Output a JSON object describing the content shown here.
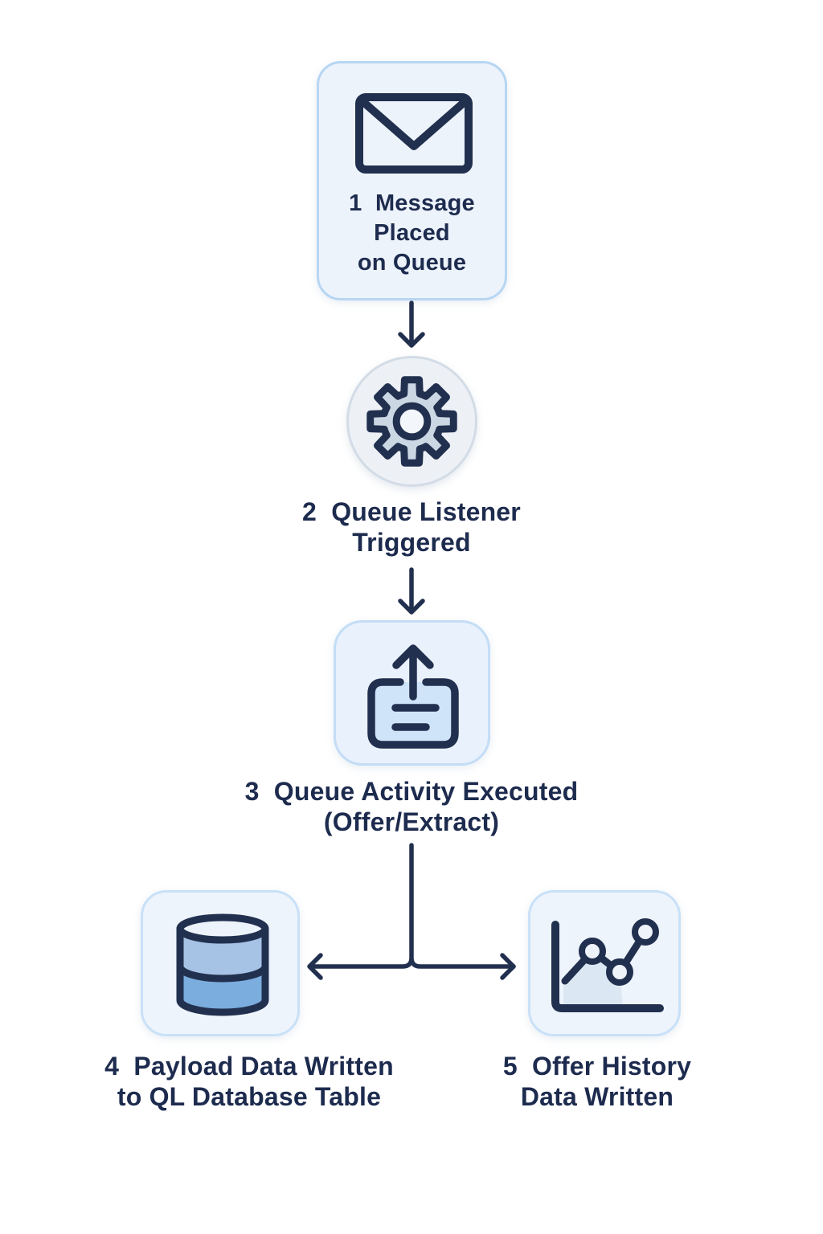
{
  "flowchart": {
    "steps": [
      {
        "number": "1",
        "caption_lines": [
          "1  Message",
          "Placed",
          "on Queue"
        ],
        "icon": "envelope-icon",
        "shape": "rounded-card"
      },
      {
        "number": "2",
        "caption_lines": [
          "2  Queue Listener",
          "Triggered"
        ],
        "icon": "gear-icon",
        "shape": "circle"
      },
      {
        "number": "3",
        "caption_lines": [
          "3  Queue Activity Executed",
          "(Offer/Extract)"
        ],
        "icon": "upload-tray-icon",
        "shape": "rounded-card"
      },
      {
        "number": "4",
        "caption_lines": [
          "4  Payload Data Written",
          "to QL Database Table"
        ],
        "icon": "database-icon",
        "shape": "rounded-card"
      },
      {
        "number": "5",
        "caption_lines": [
          "5  Offer History",
          "Data Written"
        ],
        "icon": "line-chart-icon",
        "shape": "rounded-card"
      }
    ],
    "connections": [
      {
        "from": "1",
        "to": "2",
        "style": "arrow-down"
      },
      {
        "from": "2",
        "to": "3",
        "style": "arrow-down"
      },
      {
        "from": "3",
        "to": "4",
        "style": "branch-arrow-left"
      },
      {
        "from": "3",
        "to": "5",
        "style": "branch-arrow-right"
      }
    ],
    "colors": {
      "background": "#ffffff",
      "text": "#1d2b4e",
      "stroke": "#22304f",
      "card_fill": "#edf3fb",
      "card_border": "#bcd9f5",
      "circle_fill": "#edf1f6",
      "circle_border": "#d3dce6",
      "gear_fill": "#cbd7e3",
      "tray_fill": "#cfe4f9",
      "database_band_light": "#a6c3e6",
      "database_band_dark": "#7badde",
      "chart_area_fill": "#dbe7f3"
    }
  }
}
